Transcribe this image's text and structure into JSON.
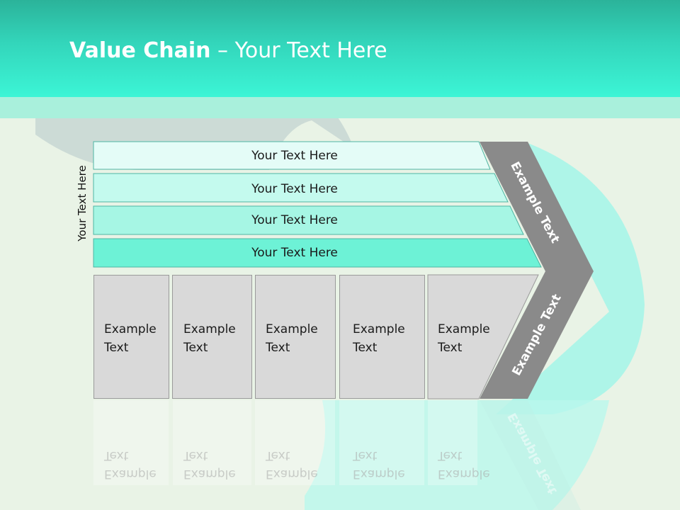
{
  "title": {
    "bold": "Value Chain",
    "rest": " – Your Text Here"
  },
  "side_label": "Your Text Here",
  "bands": [
    {
      "label": "Your Text Here",
      "color": "#e4fcf7"
    },
    {
      "label": "Your Text Here",
      "color": "#c4faee"
    },
    {
      "label": "Your Text Here",
      "color": "#a6f6e4"
    },
    {
      "label": "Your Text Here",
      "color": "#6df2d6"
    }
  ],
  "boxes": [
    {
      "line1": "Example",
      "line2": "Text"
    },
    {
      "line1": "Example",
      "line2": "Text"
    },
    {
      "line1": "Example",
      "line2": "Text"
    },
    {
      "line1": "Example",
      "line2": "Text"
    },
    {
      "line1": "Example",
      "line2": "Text"
    }
  ],
  "chevron": {
    "top_label": "Example Text",
    "bottom_label": "Example Text",
    "color": "#8a8a8a"
  },
  "colors": {
    "header": "#33d6bb",
    "accent": "#3cf5d6",
    "background": "#e9f3e6"
  }
}
